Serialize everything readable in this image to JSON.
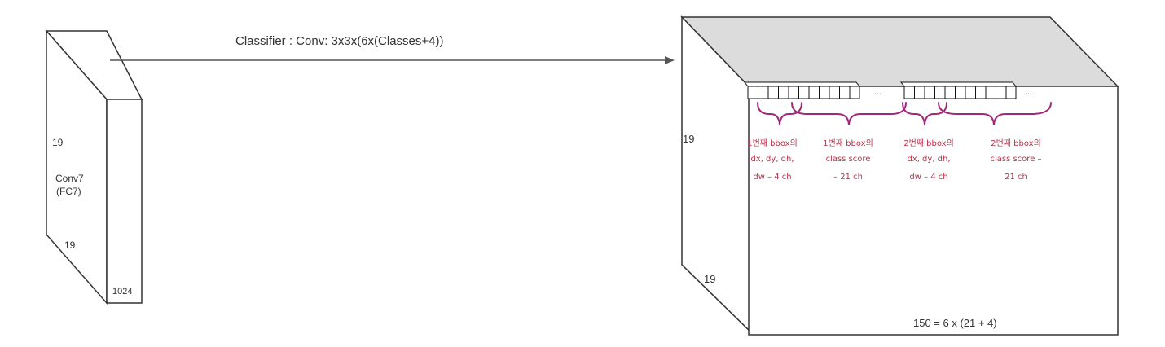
{
  "arrow_label": "Classifier : Conv: 3x3x(6x(Classes+4))",
  "input_block": {
    "height_label": "19",
    "width_label": "19",
    "depth_label": "1024",
    "name_line1": "Conv7",
    "name_line2": "(FC7)"
  },
  "output_block": {
    "height_label": "19",
    "width_label": "19",
    "depth_formula": "150 = 6 x (21 + 4)",
    "ellipsis": "..."
  },
  "annotations": {
    "first_offset": [
      "1번째 bbox의",
      "dx, dy, dh,",
      "dw – 4 ch"
    ],
    "first_class": [
      "1번째 bbox의",
      "class score",
      "– 21 ch"
    ],
    "second_offset": [
      "2번째 bbox의",
      "dx, dy, dh,",
      "dw – 4 ch"
    ],
    "second_class": [
      "2번째 bbox의",
      "class score –",
      "21 ch"
    ]
  },
  "colors": {
    "annotation": "#c0314a",
    "brace": "#a0287a",
    "top_face": "#dcdcdc",
    "edge": "#333333",
    "arrow": "#555555"
  }
}
